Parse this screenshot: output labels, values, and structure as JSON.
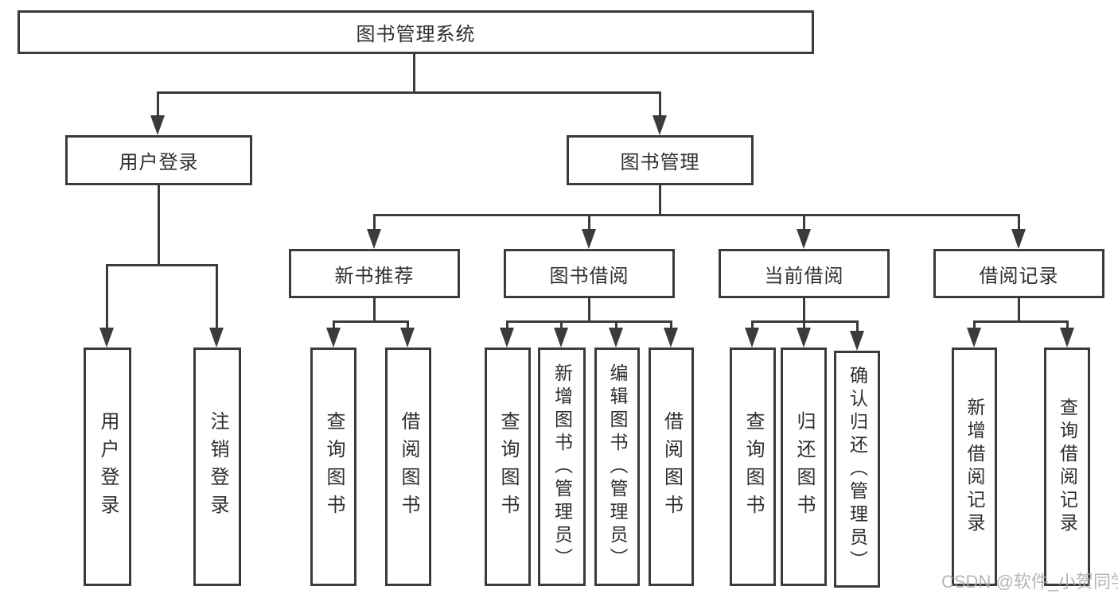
{
  "diagram": {
    "root": "图书管理系统",
    "level2": [
      {
        "label": "用户登录"
      },
      {
        "label": "图书管理"
      }
    ],
    "login_children": [
      "用户登录",
      "注销登录"
    ],
    "groups": [
      {
        "label": "新书推荐",
        "children": [
          "查询图书",
          "借阅图书"
        ]
      },
      {
        "label": "图书借阅",
        "children": [
          "查询图书",
          "新增图书（管理员）",
          "编辑图书（管理员）",
          "借阅图书"
        ]
      },
      {
        "label": "当前借阅",
        "children": [
          "查询图书",
          "归还图书",
          "确认归还（管理员）"
        ]
      },
      {
        "label": "借阅记录",
        "children": [
          "新增借阅记录",
          "查询借阅记录"
        ]
      }
    ]
  },
  "watermark": "CSDN @软件_小贺同学",
  "colors": {
    "line": "#3b3b3b",
    "text": "#2e2e30",
    "watermark": "#a6a9ae"
  }
}
